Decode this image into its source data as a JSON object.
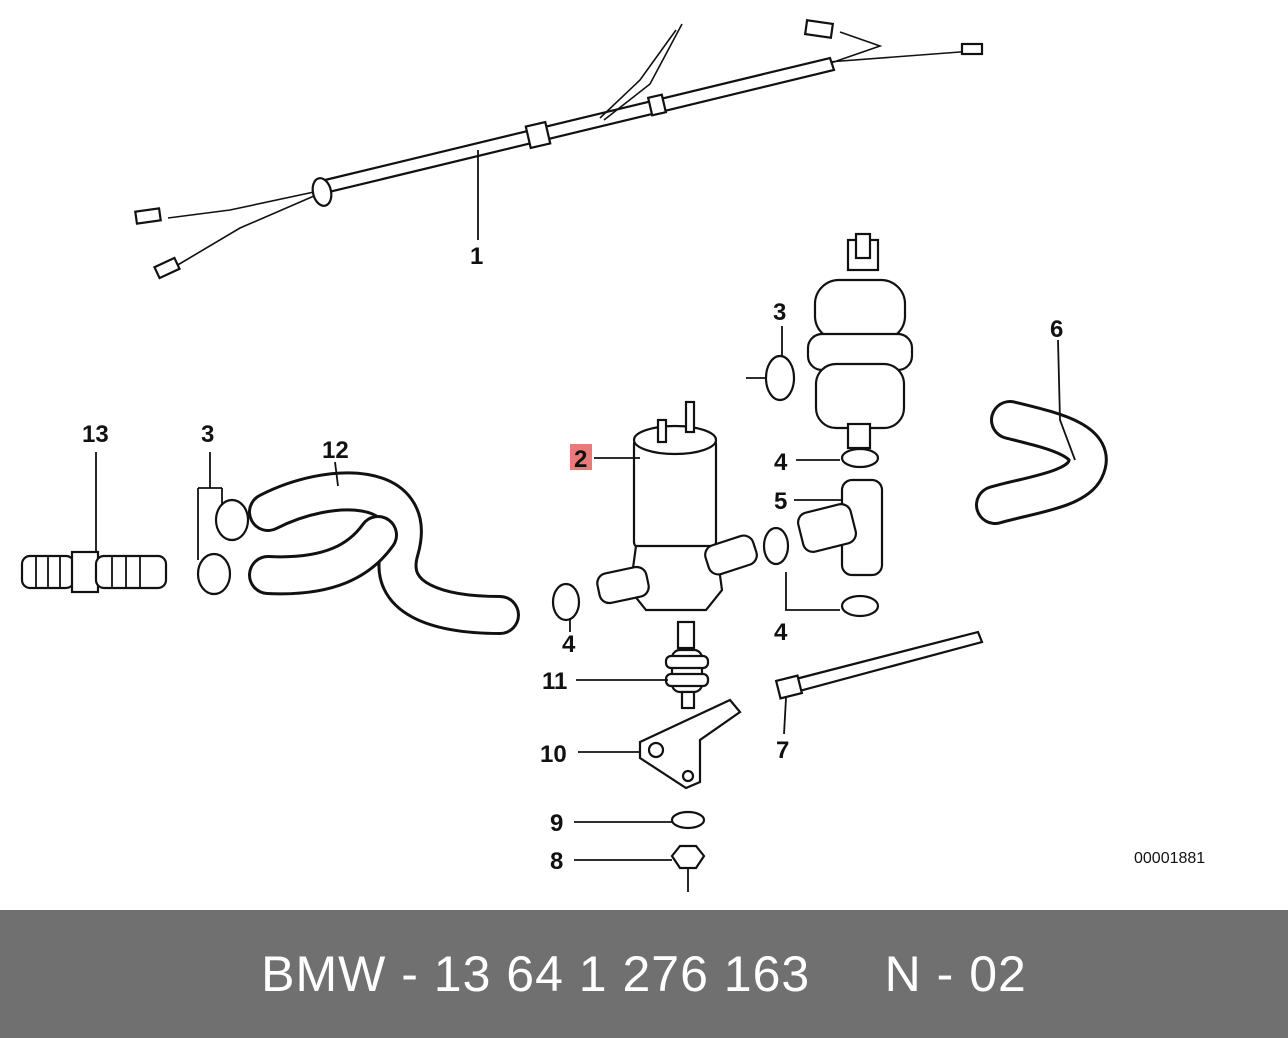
{
  "callouts": [
    {
      "id": "c1",
      "label": "1"
    },
    {
      "id": "c2",
      "label": "2",
      "highlight": "#e87a7a"
    },
    {
      "id": "c3a",
      "label": "3"
    },
    {
      "id": "c3b",
      "label": "3"
    },
    {
      "id": "c4a",
      "label": "4"
    },
    {
      "id": "c4b",
      "label": "4"
    },
    {
      "id": "c4c",
      "label": "4"
    },
    {
      "id": "c5",
      "label": "5"
    },
    {
      "id": "c6",
      "label": "6"
    },
    {
      "id": "c7",
      "label": "7"
    },
    {
      "id": "c8",
      "label": "8"
    },
    {
      "id": "c9",
      "label": "9"
    },
    {
      "id": "c10",
      "label": "10"
    },
    {
      "id": "c11",
      "label": "11"
    },
    {
      "id": "c12",
      "label": "12"
    },
    {
      "id": "c13",
      "label": "13"
    }
  ],
  "drawing_id": "00001881",
  "footer": {
    "text": "BMW - 13 64 1 276 163     N - 02",
    "background": "#707070"
  }
}
